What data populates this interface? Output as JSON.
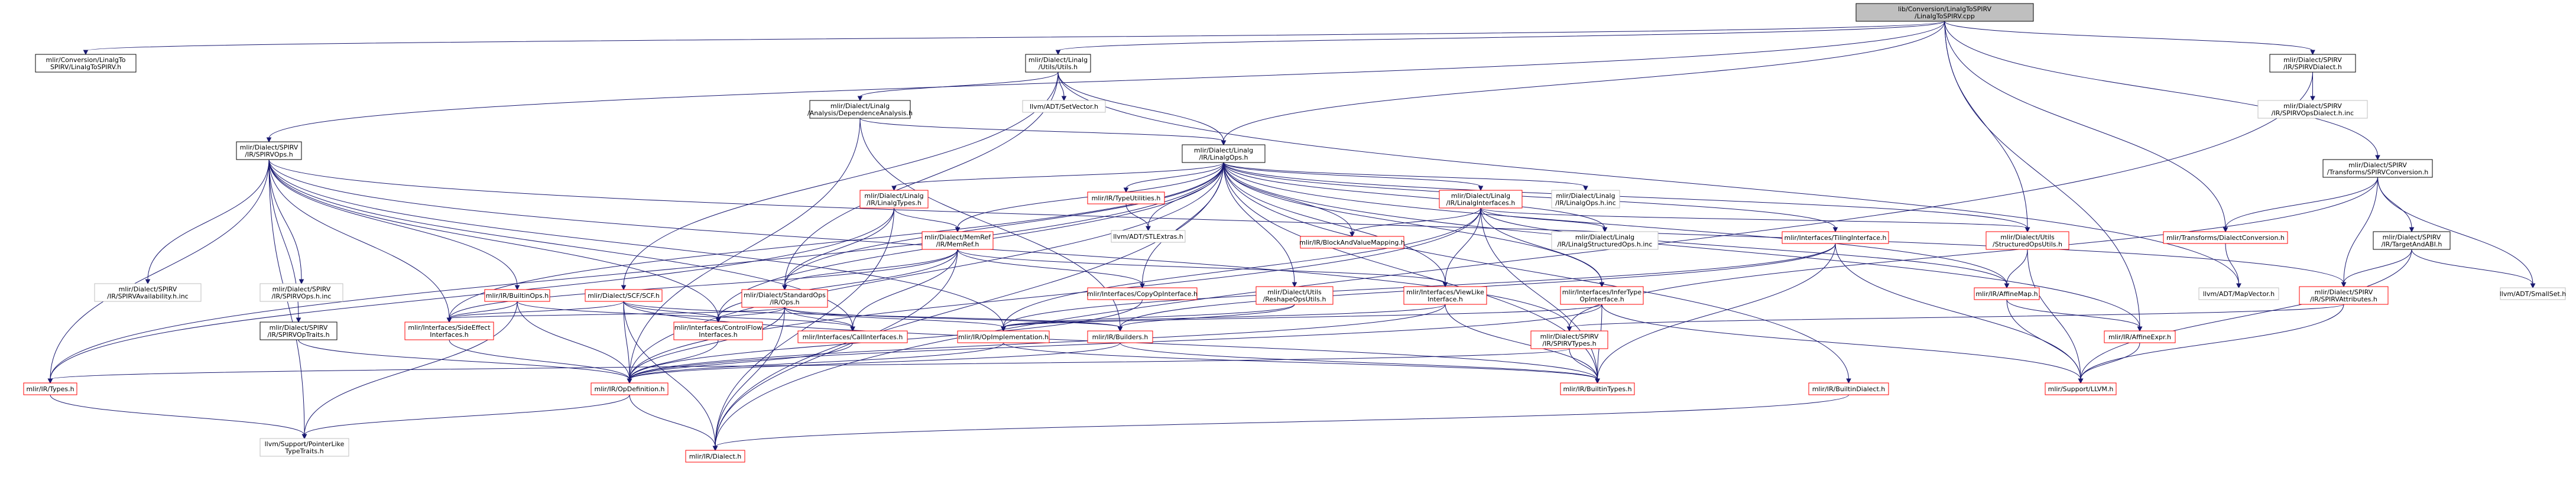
{
  "colors": {
    "root_fill": "#bfbfbf",
    "node_fill": "#ffffff",
    "normal_border": "#000000",
    "missing_border": "#bfbfbf",
    "linked_border": "#ff0000",
    "edge": "#191970"
  },
  "nodes": [
    {
      "id": "root",
      "lines": [
        "lib/Conversion/LinalgToSPIRV",
        "/LinalgToSPIRV.cpp"
      ],
      "kind": "root"
    },
    {
      "id": "conv_h",
      "lines": [
        "mlir/Conversion/LinalgTo",
        "SPIRV/LinalgToSPIRV.h"
      ],
      "kind": "normal"
    },
    {
      "id": "utils_h",
      "lines": [
        "mlir/Dialect/Linalg",
        "/Utils/Utils.h"
      ],
      "kind": "normal"
    },
    {
      "id": "spirvdialect_h",
      "lines": [
        "mlir/Dialect/SPIRV",
        "/IR/SPIRVDialect.h"
      ],
      "kind": "normal"
    },
    {
      "id": "spirvops_h",
      "lines": [
        "mlir/Dialect/SPIRV",
        "/IR/SPIRVOps.h"
      ],
      "kind": "normal"
    },
    {
      "id": "dependence_h",
      "lines": [
        "mlir/Dialect/Linalg",
        "/Analysis/DependenceAnalysis.h"
      ],
      "kind": "normal"
    },
    {
      "id": "setvector",
      "lines": [
        "llvm/ADT/SetVector.h"
      ],
      "kind": "missing"
    },
    {
      "id": "spirvopsdialect_inc",
      "lines": [
        "mlir/Dialect/SPIRV",
        "/IR/SPIRVOpsDialect.h.inc"
      ],
      "kind": "missing"
    },
    {
      "id": "linalgops_h",
      "lines": [
        "mlir/Dialect/Linalg",
        "/IR/LinalgOps.h"
      ],
      "kind": "normal"
    },
    {
      "id": "spirvconversion_h",
      "lines": [
        "mlir/Dialect/SPIRV",
        "/Transforms/SPIRVConversion.h"
      ],
      "kind": "normal"
    },
    {
      "id": "linalgtypes_h",
      "lines": [
        "mlir/Dialect/Linalg",
        "/IR/LinalgTypes.h"
      ],
      "kind": "linked"
    },
    {
      "id": "typeutilities_h",
      "lines": [
        "mlir/IR/TypeUtilities.h"
      ],
      "kind": "linked"
    },
    {
      "id": "linalginterfaces_h",
      "lines": [
        "mlir/Dialect/Linalg",
        "/IR/LinalgInterfaces.h"
      ],
      "kind": "linked"
    },
    {
      "id": "linalgops_inc",
      "lines": [
        "mlir/Dialect/Linalg",
        "/IR/LinalgOps.h.inc"
      ],
      "kind": "missing"
    },
    {
      "id": "memref_h",
      "lines": [
        "mlir/Dialect/MemRef",
        "/IR/MemRef.h"
      ],
      "kind": "linked"
    },
    {
      "id": "stlextras",
      "lines": [
        "llvm/ADT/STLExtras.h"
      ],
      "kind": "missing"
    },
    {
      "id": "blockmapping_h",
      "lines": [
        "mlir/IR/BlockAndValueMapping.h"
      ],
      "kind": "linked"
    },
    {
      "id": "structuredops_inc",
      "lines": [
        "mlir/Dialect/Linalg",
        "/IR/LinalgStructuredOps.h.inc"
      ],
      "kind": "missing"
    },
    {
      "id": "tiling_h",
      "lines": [
        "mlir/Interfaces/TilingInterface.h"
      ],
      "kind": "linked"
    },
    {
      "id": "structuredopsutils_h",
      "lines": [
        "mlir/Dialect/Utils",
        "/StructuredOpsUtils.h"
      ],
      "kind": "linked"
    },
    {
      "id": "dialectconversion_h",
      "lines": [
        "mlir/Transforms/DialectConversion.h"
      ],
      "kind": "linked"
    },
    {
      "id": "targetandabi_h",
      "lines": [
        "mlir/Dialect/SPIRV",
        "/IR/TargetAndABI.h"
      ],
      "kind": "normal"
    },
    {
      "id": "spirvavail_inc",
      "lines": [
        "mlir/Dialect/SPIRV",
        "/IR/SPIRVAvailability.h.inc"
      ],
      "kind": "missing"
    },
    {
      "id": "spirvops_inc",
      "lines": [
        "mlir/Dialect/SPIRV",
        "/IR/SPIRVOps.h.inc"
      ],
      "kind": "missing"
    },
    {
      "id": "spirvoptraits_h",
      "lines": [
        "mlir/Dialect/SPIRV",
        "/IR/SPIRVOpTraits.h"
      ],
      "kind": "normal"
    },
    {
      "id": "builtinops_h",
      "lines": [
        "mlir/IR/BuiltinOps.h"
      ],
      "kind": "linked"
    },
    {
      "id": "scf_h",
      "lines": [
        "mlir/Dialect/SCF/SCF.h"
      ],
      "kind": "linked"
    },
    {
      "id": "stdops_h",
      "lines": [
        "mlir/Dialect/StandardOps",
        "/IR/Ops.h"
      ],
      "kind": "linked"
    },
    {
      "id": "copyop_h",
      "lines": [
        "mlir/Interfaces/CopyOpInterface.h"
      ],
      "kind": "linked"
    },
    {
      "id": "reshapeutils_h",
      "lines": [
        "mlir/Dialect/Utils",
        "/ReshapeOpsUtils.h"
      ],
      "kind": "linked"
    },
    {
      "id": "viewlike_h",
      "lines": [
        "mlir/Interfaces/ViewLike",
        "Interface.h"
      ],
      "kind": "linked"
    },
    {
      "id": "infertype_h",
      "lines": [
        "mlir/Interfaces/InferType",
        "OpInterface.h"
      ],
      "kind": "linked"
    },
    {
      "id": "affinemap_h",
      "lines": [
        "mlir/IR/AffineMap.h"
      ],
      "kind": "linked"
    },
    {
      "id": "mapvector",
      "lines": [
        "llvm/ADT/MapVector.h"
      ],
      "kind": "missing"
    },
    {
      "id": "spirvattributes_h",
      "lines": [
        "mlir/Dialect/SPIRV",
        "/IR/SPIRVAttributes.h"
      ],
      "kind": "linked"
    },
    {
      "id": "smallset",
      "lines": [
        "llvm/ADT/SmallSet.h"
      ],
      "kind": "missing"
    },
    {
      "id": "sideeffect_h",
      "lines": [
        "mlir/Interfaces/SideEffect",
        "Interfaces.h"
      ],
      "kind": "linked"
    },
    {
      "id": "controlflow_h",
      "lines": [
        "mlir/Interfaces/ControlFlow",
        "Interfaces.h"
      ],
      "kind": "linked"
    },
    {
      "id": "callinterfaces_h",
      "lines": [
        "mlir/Interfaces/CallInterfaces.h"
      ],
      "kind": "linked"
    },
    {
      "id": "opimpl_h",
      "lines": [
        "mlir/IR/OpImplementation.h"
      ],
      "kind": "linked"
    },
    {
      "id": "builders_h",
      "lines": [
        "mlir/IR/Builders.h"
      ],
      "kind": "linked"
    },
    {
      "id": "spirvtypes_h",
      "lines": [
        "mlir/Dialect/SPIRV",
        "/IR/SPIRVTypes.h"
      ],
      "kind": "linked"
    },
    {
      "id": "affineexpr_h",
      "lines": [
        "mlir/IR/AffineExpr.h"
      ],
      "kind": "linked"
    },
    {
      "id": "types_h",
      "lines": [
        "mlir/IR/Types.h"
      ],
      "kind": "linked"
    },
    {
      "id": "opdefinition_h",
      "lines": [
        "mlir/IR/OpDefinition.h"
      ],
      "kind": "linked"
    },
    {
      "id": "builtintypes_h",
      "lines": [
        "mlir/IR/BuiltinTypes.h"
      ],
      "kind": "linked"
    },
    {
      "id": "builtindialect_h",
      "lines": [
        "mlir/IR/BuiltinDialect.h"
      ],
      "kind": "linked"
    },
    {
      "id": "support_llvm_h",
      "lines": [
        "mlir/Support/LLVM.h"
      ],
      "kind": "linked"
    },
    {
      "id": "pointerlike",
      "lines": [
        "llvm/Support/PointerLike",
        "TypeTraits.h"
      ],
      "kind": "missing"
    },
    {
      "id": "dialect_h",
      "lines": [
        "mlir/IR/Dialect.h"
      ],
      "kind": "linked"
    }
  ],
  "edges": [
    [
      "root",
      "conv_h"
    ],
    [
      "root",
      "utils_h"
    ],
    [
      "root",
      "spirvdialect_h"
    ],
    [
      "root",
      "spirvops_h"
    ],
    [
      "root",
      "linalgops_h"
    ],
    [
      "root",
      "spirvconversion_h"
    ],
    [
      "root",
      "structuredopsutils_h"
    ],
    [
      "root",
      "dialectconversion_h"
    ],
    [
      "root",
      "affineexpr_h"
    ],
    [
      "utils_h",
      "dependence_h"
    ],
    [
      "utils_h",
      "setvector"
    ],
    [
      "utils_h",
      "linalgops_h"
    ],
    [
      "utils_h",
      "stdops_h"
    ],
    [
      "utils_h",
      "scf_h"
    ],
    [
      "utils_h",
      "mapvector"
    ],
    [
      "dependence_h",
      "linalgops_h"
    ],
    [
      "dependence_h",
      "opdefinition_h"
    ],
    [
      "dependence_h",
      "builders_h"
    ],
    [
      "spirvdialect_h",
      "spirvopsdialect_inc"
    ],
    [
      "spirvdialect_h",
      "dialect_h"
    ],
    [
      "linalgops_h",
      "linalgtypes_h"
    ],
    [
      "linalgops_h",
      "typeutilities_h"
    ],
    [
      "linalgops_h",
      "linalginterfaces_h"
    ],
    [
      "linalgops_h",
      "linalgops_inc"
    ],
    [
      "linalgops_h",
      "stlextras"
    ],
    [
      "linalgops_h",
      "blockmapping_h"
    ],
    [
      "linalgops_h",
      "structuredops_inc"
    ],
    [
      "linalgops_h",
      "tiling_h"
    ],
    [
      "linalgops_h",
      "structuredopsutils_h"
    ],
    [
      "linalgops_h",
      "memref_h"
    ],
    [
      "linalgops_h",
      "stdops_h"
    ],
    [
      "linalgops_h",
      "copyop_h"
    ],
    [
      "linalgops_h",
      "reshapeutils_h"
    ],
    [
      "linalgops_h",
      "viewlike_h"
    ],
    [
      "linalgops_h",
      "infertype_h"
    ],
    [
      "linalgops_h",
      "affinemap_h"
    ],
    [
      "linalgops_h",
      "affineexpr_h"
    ],
    [
      "linalgops_h",
      "sideeffect_h"
    ],
    [
      "linalgops_h",
      "controlflow_h"
    ],
    [
      "linalgops_h",
      "builtintypes_h"
    ],
    [
      "linalgops_h",
      "builtindialect_h"
    ],
    [
      "linalgops_h",
      "opdefinition_h"
    ],
    [
      "linalgops_h",
      "dialect_h"
    ],
    [
      "linalgops_h",
      "types_h"
    ],
    [
      "linalgtypes_h",
      "memref_h"
    ],
    [
      "linalgtypes_h",
      "stdops_h"
    ],
    [
      "linalgtypes_h",
      "dialect_h"
    ],
    [
      "linalgtypes_h",
      "types_h"
    ],
    [
      "typeutilities_h",
      "stlextras"
    ],
    [
      "linalginterfaces_h",
      "blockmapping_h"
    ],
    [
      "linalginterfaces_h",
      "structuredops_inc"
    ],
    [
      "linalginterfaces_h",
      "structuredopsutils_h"
    ],
    [
      "linalginterfaces_h",
      "viewlike_h"
    ],
    [
      "linalginterfaces_h",
      "infertype_h"
    ],
    [
      "linalginterfaces_h",
      "affinemap_h"
    ],
    [
      "linalginterfaces_h",
      "builtintypes_h"
    ],
    [
      "linalginterfaces_h",
      "opdefinition_h"
    ],
    [
      "linalginterfaces_h",
      "opimpl_h"
    ],
    [
      "memref_h",
      "copyop_h"
    ],
    [
      "memref_h",
      "viewlike_h"
    ],
    [
      "memref_h",
      "sideeffect_h"
    ],
    [
      "memref_h",
      "controlflow_h"
    ],
    [
      "memref_h",
      "callinterfaces_h"
    ],
    [
      "memref_h",
      "stdops_h"
    ],
    [
      "memref_h",
      "dialect_h"
    ],
    [
      "tiling_h",
      "builders_h"
    ],
    [
      "tiling_h",
      "opimpl_h"
    ],
    [
      "tiling_h",
      "builtintypes_h"
    ],
    [
      "tiling_h",
      "support_llvm_h"
    ],
    [
      "structuredopsutils_h",
      "affinemap_h"
    ],
    [
      "structuredopsutils_h",
      "support_llvm_h"
    ],
    [
      "dialectconversion_h",
      "mapvector"
    ],
    [
      "spirvconversion_h",
      "dialectconversion_h"
    ],
    [
      "spirvconversion_h",
      "targetandabi_h"
    ],
    [
      "spirvconversion_h",
      "spirvattributes_h"
    ],
    [
      "spirvconversion_h",
      "spirvtypes_h"
    ],
    [
      "spirvconversion_h",
      "smallset"
    ],
    [
      "targetandabi_h",
      "spirvattributes_h"
    ],
    [
      "targetandabi_h",
      "smallset"
    ],
    [
      "targetandabi_h",
      "support_llvm_h"
    ],
    [
      "spirvops_h",
      "spirvavail_inc"
    ],
    [
      "spirvops_h",
      "spirvops_inc"
    ],
    [
      "spirvops_h",
      "spirvoptraits_h"
    ],
    [
      "spirvops_h",
      "builtinops_h"
    ],
    [
      "spirvops_h",
      "sideeffect_h"
    ],
    [
      "spirvops_h",
      "controlflow_h"
    ],
    [
      "spirvops_h",
      "callinterfaces_h"
    ],
    [
      "spirvops_h",
      "opimpl_h"
    ],
    [
      "spirvops_h",
      "spirvtypes_h"
    ],
    [
      "spirvops_h",
      "spirvattributes_h"
    ],
    [
      "spirvops_h",
      "types_h"
    ],
    [
      "spirvops_h",
      "pointerlike"
    ],
    [
      "spirvoptraits_h",
      "opdefinition_h"
    ],
    [
      "builtinops_h",
      "sideeffect_h"
    ],
    [
      "builtinops_h",
      "callinterfaces_h"
    ],
    [
      "builtinops_h",
      "opdefinition_h"
    ],
    [
      "builtinops_h",
      "pointerlike"
    ],
    [
      "scf_h",
      "controlflow_h"
    ],
    [
      "scf_h",
      "sideeffect_h"
    ],
    [
      "scf_h",
      "opdefinition_h"
    ],
    [
      "scf_h",
      "builders_h"
    ],
    [
      "scf_h",
      "builtintypes_h"
    ],
    [
      "scf_h",
      "dialect_h"
    ],
    [
      "stdops_h",
      "controlflow_h"
    ],
    [
      "stdops_h",
      "sideeffect_h"
    ],
    [
      "stdops_h",
      "callinterfaces_h"
    ],
    [
      "stdops_h",
      "opimpl_h"
    ],
    [
      "stdops_h",
      "builders_h"
    ],
    [
      "stdops_h",
      "opdefinition_h"
    ],
    [
      "stdops_h",
      "dialect_h"
    ],
    [
      "copyop_h",
      "opdefinition_h"
    ],
    [
      "reshapeutils_h",
      "opimpl_h"
    ],
    [
      "reshapeutils_h",
      "builders_h"
    ],
    [
      "viewlike_h",
      "opimpl_h"
    ],
    [
      "viewlike_h",
      "builtintypes_h"
    ],
    [
      "viewlike_h",
      "opdefinition_h"
    ],
    [
      "infertype_h",
      "builtintypes_h"
    ],
    [
      "infertype_h",
      "opdefinition_h"
    ],
    [
      "infertype_h",
      "opimpl_h"
    ],
    [
      "infertype_h",
      "support_llvm_h"
    ],
    [
      "affinemap_h",
      "affineexpr_h"
    ],
    [
      "affinemap_h",
      "support_llvm_h"
    ],
    [
      "spirvattributes_h",
      "spirvtypes_h"
    ],
    [
      "spirvattributes_h",
      "support_llvm_h"
    ],
    [
      "sideeffect_h",
      "opdefinition_h"
    ],
    [
      "controlflow_h",
      "opdefinition_h"
    ],
    [
      "callinterfaces_h",
      "opdefinition_h"
    ],
    [
      "opimpl_h",
      "builtintypes_h"
    ],
    [
      "opimpl_h",
      "opdefinition_h"
    ],
    [
      "builders_h",
      "opdefinition_h"
    ],
    [
      "builders_h",
      "builtintypes_h"
    ],
    [
      "spirvtypes_h",
      "builtintypes_h"
    ],
    [
      "spirvtypes_h",
      "types_h"
    ],
    [
      "affineexpr_h",
      "support_llvm_h"
    ],
    [
      "types_h",
      "pointerlike"
    ],
    [
      "opdefinition_h",
      "dialect_h"
    ],
    [
      "opdefinition_h",
      "pointerlike"
    ],
    [
      "builtindialect_h",
      "dialect_h"
    ]
  ]
}
